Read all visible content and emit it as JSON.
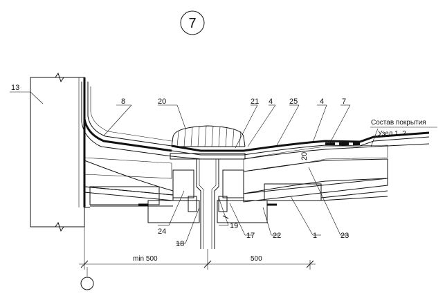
{
  "sheet_number": "7",
  "callouts": {
    "c13": "13",
    "c8": "8",
    "c20a": "20",
    "c21": "21",
    "c4a": "4",
    "c25": "25",
    "c4b": "4",
    "c7": "7",
    "c20b": "20",
    "c24": "24",
    "c18": "18",
    "c19": "19",
    "c17": "17",
    "c22": "22",
    "c1": "1",
    "c23": "23"
  },
  "roof_note": {
    "line1": "Состав покрытия",
    "line2": "Узел 1, 2"
  },
  "dimensions": {
    "left": "min 500",
    "right": "500"
  }
}
